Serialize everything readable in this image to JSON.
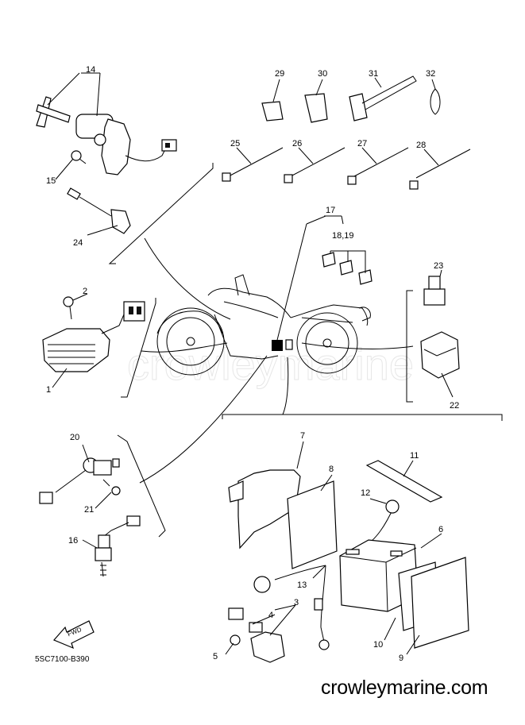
{
  "diagram": {
    "drawing_code": "5SC7100-B390",
    "website": "crowleymarine.com",
    "watermark": "crowleymarine",
    "fwd_label": "FWD",
    "callouts": {
      "c1": "1",
      "c2": "2",
      "c3": "3",
      "c4": "4",
      "c5": "5",
      "c6": "6",
      "c7": "7",
      "c8": "8",
      "c9": "9",
      "c10": "10",
      "c11": "11",
      "c12": "12",
      "c13": "13",
      "c14": "14",
      "c15": "15",
      "c16": "16",
      "c17": "17",
      "c18_19": "18,19",
      "c20": "20",
      "c21": "21",
      "c22": "22",
      "c23": "23",
      "c24": "24",
      "c25": "25",
      "c26": "26",
      "c27": "27",
      "c28": "28",
      "c29": "29",
      "c30": "30",
      "c31": "31",
      "c32": "32"
    }
  }
}
